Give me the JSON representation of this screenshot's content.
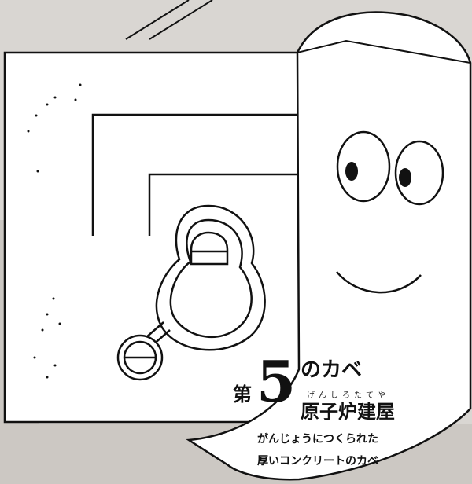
{
  "illustration": {
    "label": {
      "prefix": "第",
      "number": "5",
      "suffix": "のカベ",
      "reading": "げんしろたてや",
      "title": "原子炉建屋"
    },
    "description": {
      "line1": "がんじょうにつくられた",
      "line2": "厚いコンクリートのカベ"
    }
  },
  "colors": {
    "paper": "#d9d6d2",
    "ink": "#111111",
    "panel": "#ffffff"
  }
}
